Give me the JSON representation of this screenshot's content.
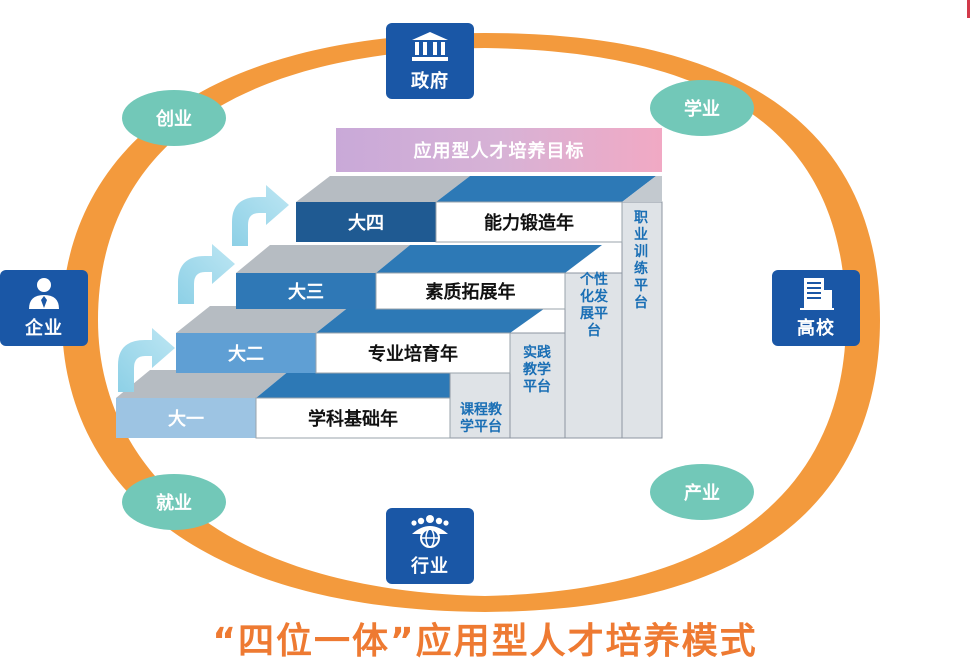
{
  "colors": {
    "ring": "#f39a3d",
    "node_blue": "#1a57a6",
    "ellipse_teal": "#72c8b8",
    "title_orange": "#ee7a32",
    "platform_text": "#1a6fb5"
  },
  "nodes": {
    "top": {
      "label": "政府",
      "icon": "government-building-icon"
    },
    "left": {
      "label": "企业",
      "icon": "person-icon"
    },
    "right": {
      "label": "高校",
      "icon": "university-building-icon"
    },
    "bottom": {
      "label": "行业",
      "icon": "industry-group-icon"
    }
  },
  "ellipses": {
    "chuangye": "创业",
    "xueye": "学业",
    "jiuye": "就业",
    "chanye": "产业"
  },
  "goal": "应用型人才培养目标",
  "steps": [
    {
      "grade": "大一",
      "year": "学科基础年"
    },
    {
      "grade": "大二",
      "year": "专业培育年"
    },
    {
      "grade": "大三",
      "year": "素质拓展年"
    },
    {
      "grade": "大四",
      "year": "能力锻造年"
    }
  ],
  "platforms": [
    {
      "lines": [
        "课程教",
        "学平台"
      ]
    },
    {
      "lines": [
        "实践",
        "教学",
        "平台"
      ]
    },
    {
      "lines": [
        "个性",
        "化发",
        "展平",
        "台"
      ]
    },
    {
      "lines": [
        "职",
        "业",
        "训",
        "练",
        "平",
        "台"
      ]
    }
  ],
  "title": "“四位一体”应用型人才培养模式"
}
